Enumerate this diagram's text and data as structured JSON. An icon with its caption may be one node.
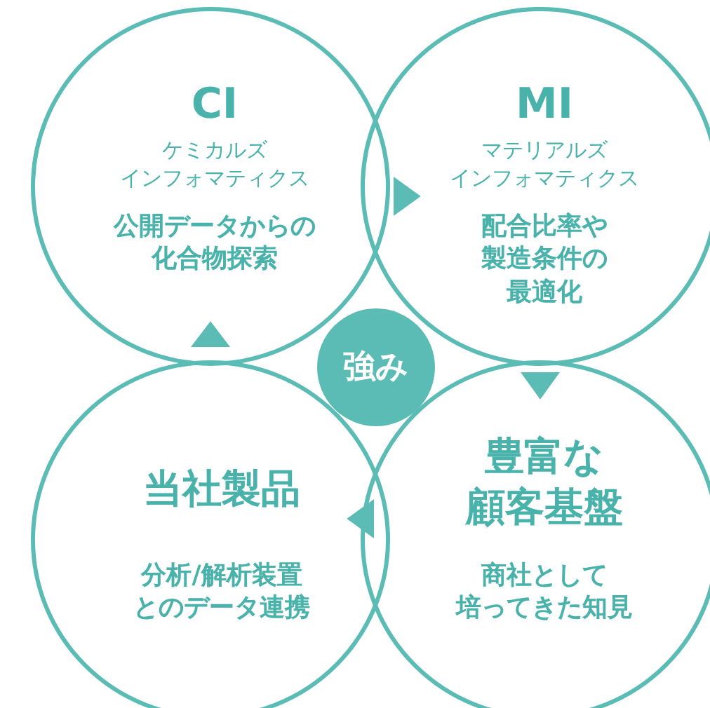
{
  "diagram": {
    "nodes": [
      {
        "text": [
          "CI",
          "ケミカルズインフォマティクス",
          "公開データからの化合物探索"
        ]
      },
      {
        "text": [
          "MI",
          "マテリアルズインフォマティクス",
          "配合比率や製造条件の最適化"
        ]
      },
      {
        "text": [
          "強み"
        ]
      },
      {
        "text": [
          "当社製品",
          "分析/解析装置とのデータ連携"
        ]
      },
      {
        "text": [
          "豊富な顧客基盤",
          "商社として培ってきた知見"
        ]
      }
    ],
    "edges": [
      {
        "from": 0,
        "to": 1,
        "arrow": "to"
      },
      {
        "from": 1,
        "to": 4,
        "arrow": "to"
      },
      {
        "from": 4,
        "to": 3,
        "arrow": "to"
      },
      {
        "from": 3,
        "to": 0,
        "arrow": "to"
      }
    ]
  }
}
